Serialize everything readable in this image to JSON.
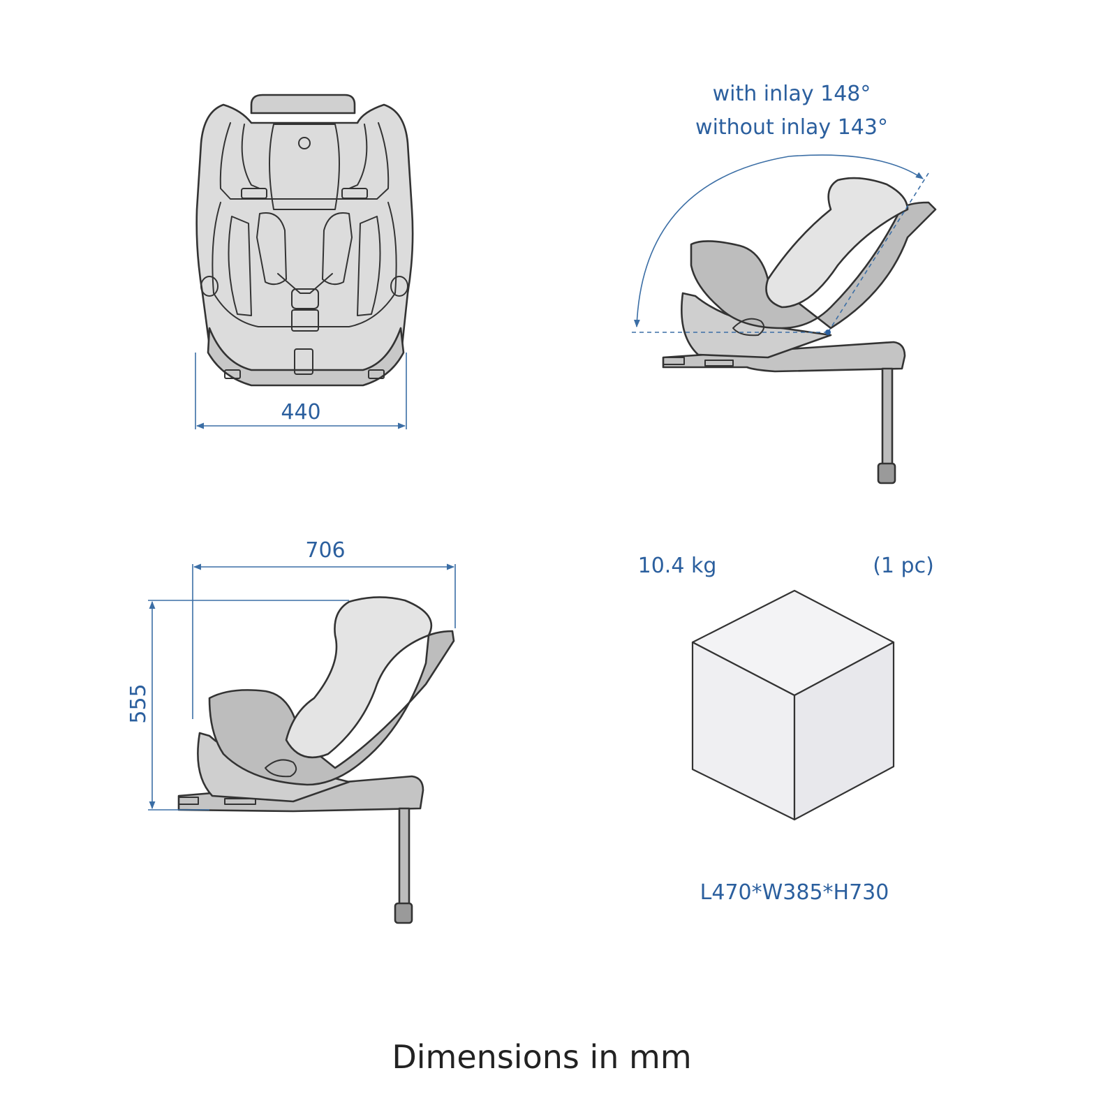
{
  "front_view": {
    "width_label": "440"
  },
  "side_view": {
    "length_label": "706",
    "height_label": "555"
  },
  "recline_view": {
    "angle_with_inlay": "with inlay 148°",
    "angle_without_inlay": "without inlay 143°"
  },
  "package": {
    "weight": "10.4 kg",
    "quantity": "(1 pc)",
    "box_size": "L470*W385*H730"
  },
  "caption": "Dimensions in mm",
  "colors": {
    "dimension": "#2b5f9e",
    "seat_fill": "#dcdcdc",
    "seat_dark": "#b4b4b4",
    "box_fill": "#efeff2"
  }
}
